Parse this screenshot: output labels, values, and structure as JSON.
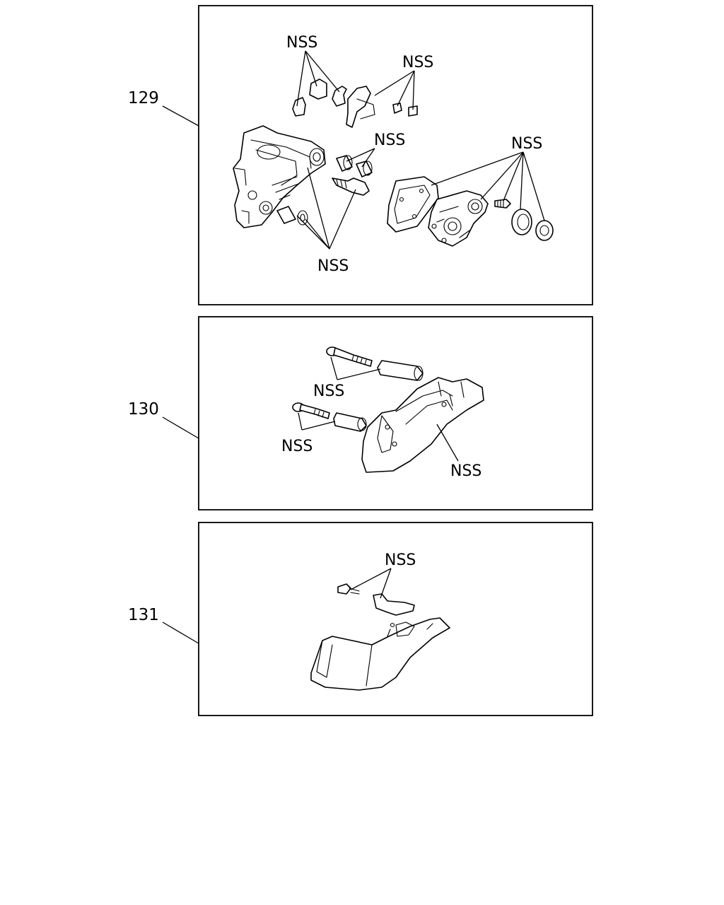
{
  "panels": [
    {
      "ref": "129",
      "labels": {
        "top_left": "NSS",
        "top_right": "NSS",
        "mid": "NSS",
        "right": "NSS",
        "bottom": "NSS"
      }
    },
    {
      "ref": "130",
      "labels": {
        "upper": "NSS",
        "lower": "NSS",
        "right": "NSS"
      }
    },
    {
      "ref": "131",
      "labels": {
        "top": "NSS"
      }
    }
  ]
}
